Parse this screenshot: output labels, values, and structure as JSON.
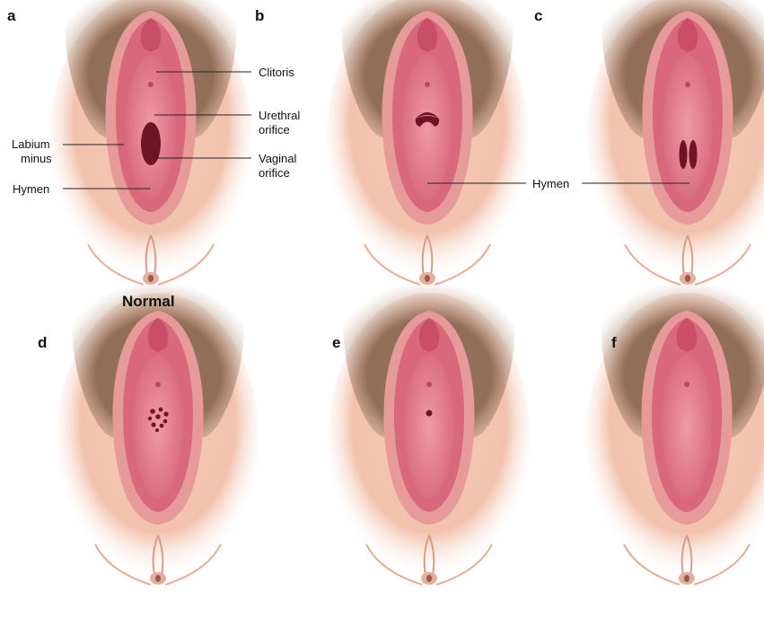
{
  "figure": {
    "panel_letters": [
      "a",
      "b",
      "c",
      "d",
      "e",
      "f"
    ],
    "caption_a": "Normal",
    "labels": {
      "clitoris": "Clitoris",
      "urethral_1": "Urethral",
      "urethral_2": "orifice",
      "vaginal_1": "Vaginal",
      "vaginal_2": "orifice",
      "labium_1": "Labium",
      "labium_2": "minus",
      "hymen_a": "Hymen",
      "hymen_bc": "Hymen"
    }
  },
  "colors": {
    "skin": "#f2c7b3",
    "hair": "#7a5a44",
    "labia": "#d9687c",
    "vestibule": "#ea8e9c",
    "opening": "#6e1424"
  }
}
